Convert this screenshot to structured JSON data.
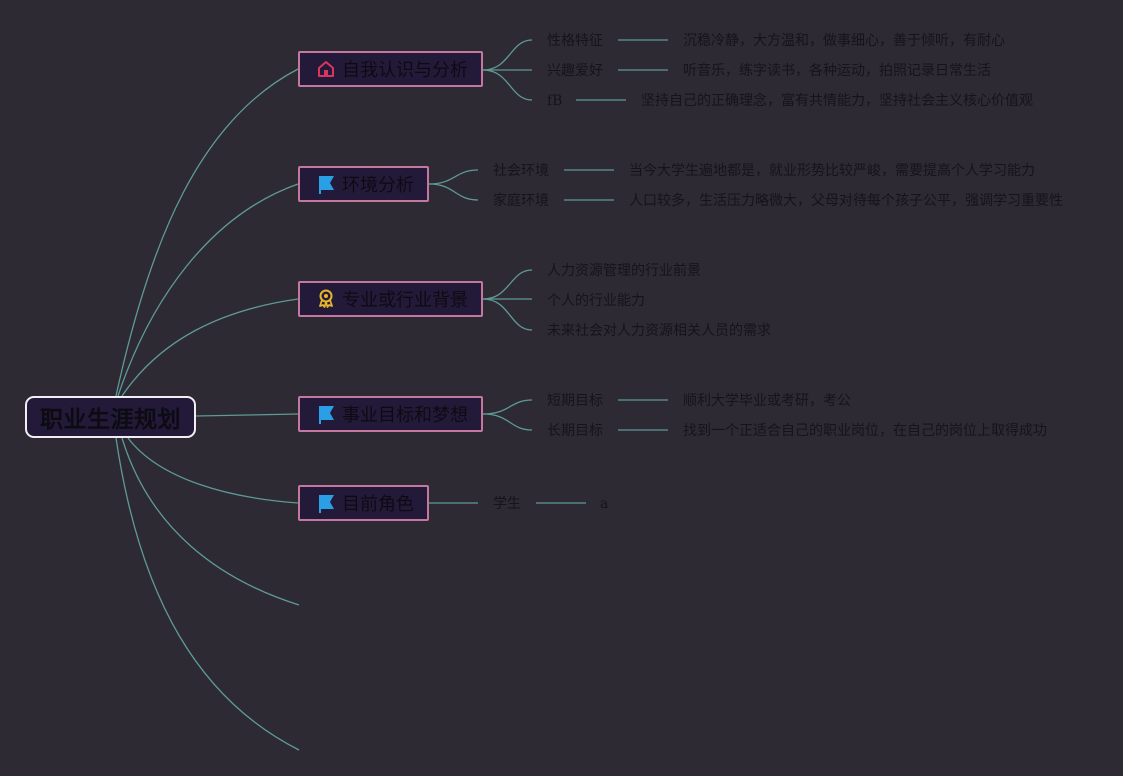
{
  "colors": {
    "background": "#2e2a33",
    "node_fill": "#231a3a",
    "branch_border": "#c4779f",
    "root_border": "#f2eef4",
    "connector": "#5e9a96",
    "text": "#16131b",
    "home_icon": "#d8365f",
    "flag_icon": "#2a9fe6",
    "award_icon": "#e7b52c"
  },
  "root": {
    "label": "职业生涯规划"
  },
  "branches": [
    {
      "label": "自我认识与分析",
      "icon": "home-icon",
      "items": [
        {
          "label": "性格特征",
          "detail": "沉稳冷静，大方温和，做事细心，善于倾听，有耐心"
        },
        {
          "label": "兴趣爱好",
          "detail": "听音乐，练字读书，各种运动，拍照记录日常生活"
        },
        {
          "label": "fB",
          "detail": "坚持自己的正确理念，富有共情能力，坚持社会主义核心价值观"
        }
      ]
    },
    {
      "label": "环境分析",
      "icon": "flag-icon",
      "items": [
        {
          "label": "社会环境",
          "detail": "当今大学生遍地都是，就业形势比较严峻，需要提高个人学习能力"
        },
        {
          "label": "家庭环境",
          "detail": "人口较多，生活压力略微大，父母对待每个孩子公平，强调学习重要性"
        }
      ]
    },
    {
      "label": "专业或行业背景",
      "icon": "award-icon",
      "items": [
        {
          "label": "人力资源管理的行业前景"
        },
        {
          "label": "个人的行业能力"
        },
        {
          "label": "未来社会对人力资源相关人员的需求"
        }
      ]
    },
    {
      "label": "事业目标和梦想",
      "icon": "flag-icon",
      "items": [
        {
          "label": "短期目标",
          "detail": "顺利大学毕业或考研，考公"
        },
        {
          "label": "长期目标",
          "detail": "找到一个正适合自己的职业岗位，在自己的岗位上取得成功"
        }
      ]
    },
    {
      "label": "目前角色",
      "icon": "flag-icon",
      "items": [
        {
          "label": "学生",
          "detail": "a"
        }
      ]
    }
  ]
}
